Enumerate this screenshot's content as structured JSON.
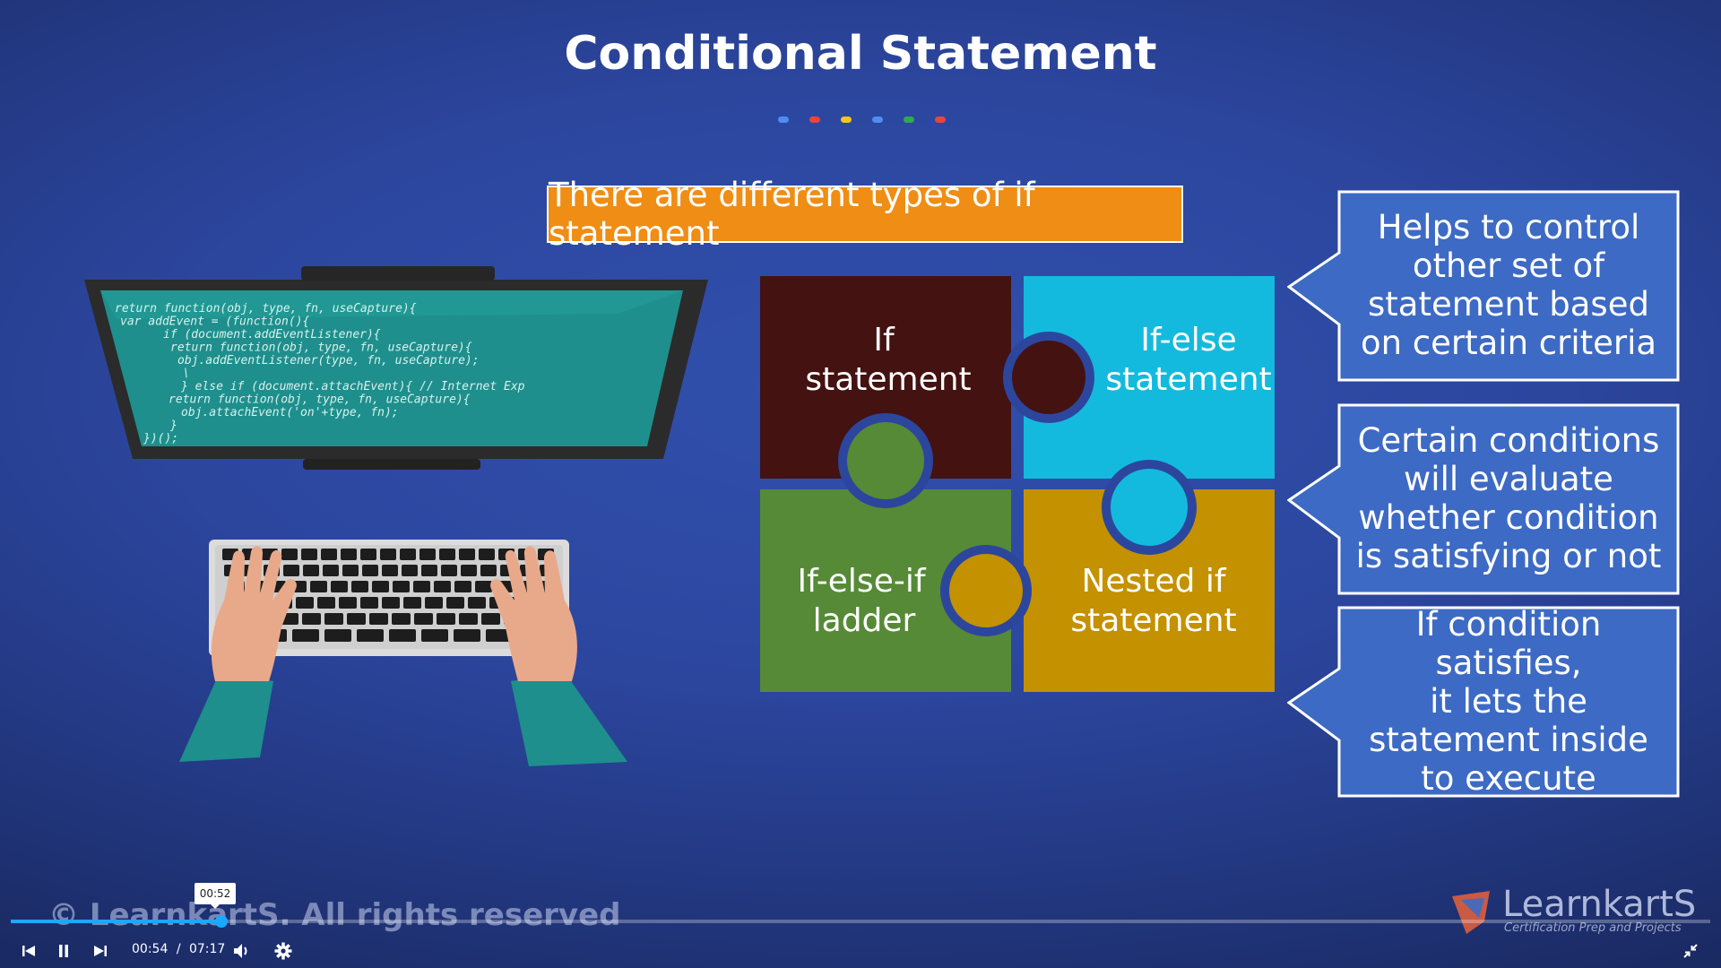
{
  "slide": {
    "title": "Conditional Statement",
    "dot_colors": [
      "#4f8df5",
      "#e8453c",
      "#f5c518",
      "#4f8df5",
      "#31a852",
      "#e8453c"
    ],
    "banner": "There are different types of if statement",
    "pieces": [
      {
        "line1": "If",
        "line2": "statement",
        "color": "#441210"
      },
      {
        "line1": "If-else",
        "line2": "statement",
        "color": "#14bade"
      },
      {
        "line1": "If-else-if",
        "line2": "ladder",
        "color": "#568a37"
      },
      {
        "line1": "Nested if",
        "line2": "statement",
        "color": "#c49100"
      }
    ],
    "callouts": [
      {
        "lines": [
          "Helps to control",
          "other set of",
          "statement based",
          "on certain criteria"
        ]
      },
      {
        "lines": [
          "Certain conditions",
          "will evaluate",
          "whether condition",
          "is satisfying or not"
        ]
      },
      {
        "lines": [
          "If condition satisfies,",
          "it lets the",
          "statement inside",
          "to execute"
        ]
      }
    ],
    "code_lines": [
      "return function(obj, type, fn, useCapture){",
      "var addEvent = (function(){",
      "if (document.addEventListener){",
      "return function(obj, type, fn, useCapture){",
      "obj.addEventListener(type, fn, useCapture);",
      "\\",
      "} else if (document.attachEvent){ //        Internet Exp",
      "return function(obj, type, fn, useCapture){",
      "obj.attachEvent('on'+type, fn);",
      "}",
      "})();"
    ],
    "copyright": "© LearnkartS. All rights reserved",
    "logo": {
      "name": "LearnkartS",
      "tagline": "Certification Prep and Projects"
    }
  },
  "player": {
    "current_time": "00:54",
    "separator": "/",
    "duration": "07:17",
    "hover_time": "00:52",
    "progress_fraction": 0.124,
    "controls": [
      "previous-icon",
      "pause-icon",
      "next-icon",
      "volume-icon",
      "settings-icon",
      "exit-fullscreen-icon"
    ],
    "accent_color": "#1ea7ff"
  }
}
